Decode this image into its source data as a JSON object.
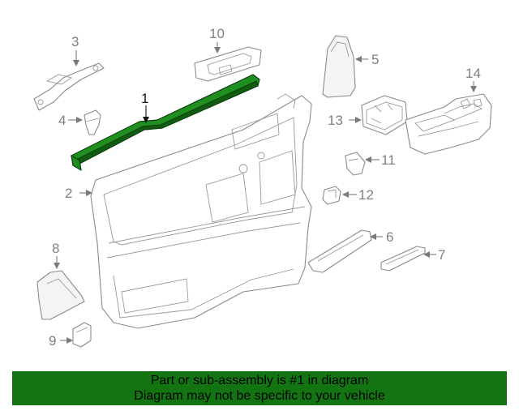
{
  "diagram": {
    "callouts": [
      "1",
      "2",
      "3",
      "4",
      "5",
      "6",
      "7",
      "8",
      "9",
      "10",
      "11",
      "12",
      "13",
      "14"
    ],
    "highlighted_part": "1",
    "highlight_color": "#1f8f1f"
  },
  "banner": {
    "line1": "Part or sub-assembly is #1 in diagram",
    "line2": "Diagram may not be specific to your vehicle",
    "background": "#127512"
  }
}
